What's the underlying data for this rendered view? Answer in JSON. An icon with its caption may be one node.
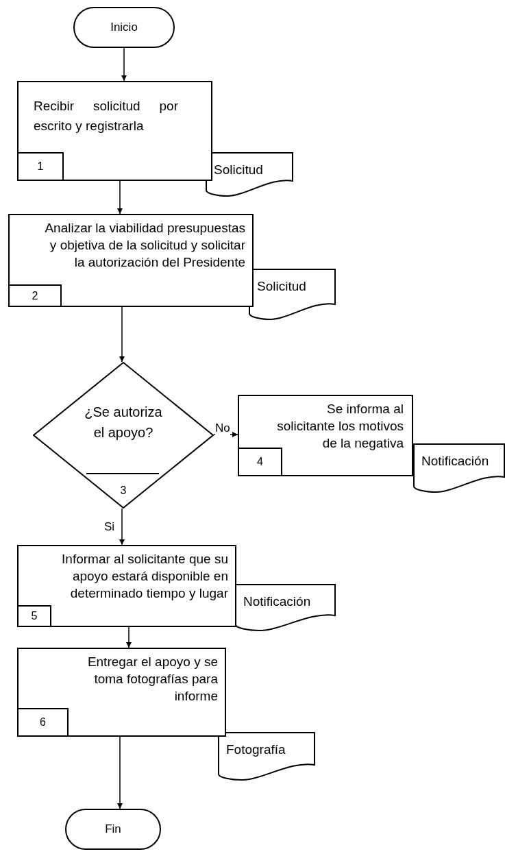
{
  "diagram": {
    "nodes": [
      {
        "text": [
          "Inicio"
        ]
      },
      {
        "text": [
          "Recibir solicitud por escrito y registrarla"
        ]
      },
      {
        "text": [
          "1"
        ],
        "in": 1
      },
      {
        "text": [
          "Solicitud"
        ]
      },
      {
        "text": [
          "Analizar la viabilidad presupuestas y objetiva de la solicitud y solicitar la autorización del Presidente"
        ]
      },
      {
        "text": [
          "2"
        ],
        "in": 4
      },
      {
        "text": [
          "Solicitud"
        ]
      },
      {
        "text": [
          "¿Se autoriza el apoyo?",
          "3"
        ]
      },
      {
        "text": [
          "Se informa al solicitante los motivos de la negativa"
        ]
      },
      {
        "text": [
          "4"
        ],
        "in": 8
      },
      {
        "text": [
          "Notificación"
        ]
      },
      {
        "text": [
          "Informar al solicitante que su apoyo estará disponible en determinado tiempo y lugar"
        ]
      },
      {
        "text": [
          "5"
        ],
        "in": 11
      },
      {
        "text": [
          "Notificación"
        ]
      },
      {
        "text": [
          "Entregar el apoyo y se toma fotografías para informe"
        ]
      },
      {
        "text": [
          "6"
        ],
        "in": 14
      },
      {
        "text": [
          "Fotografía"
        ]
      },
      {
        "text": [
          "Fin"
        ]
      }
    ],
    "edges": [
      {
        "from": 0,
        "to": 1,
        "arrow": "to"
      },
      {
        "from": 1,
        "to": 4,
        "arrow": "to"
      },
      {
        "from": 4,
        "to": 7,
        "arrow": "to"
      },
      {
        "from": 7,
        "to": 8,
        "arrow": "to",
        "label": "No"
      },
      {
        "from": 7,
        "to": 11,
        "arrow": "to",
        "label": "Si"
      },
      {
        "from": 11,
        "to": 14,
        "arrow": "to"
      },
      {
        "from": 14,
        "to": 17,
        "arrow": "to"
      }
    ]
  }
}
